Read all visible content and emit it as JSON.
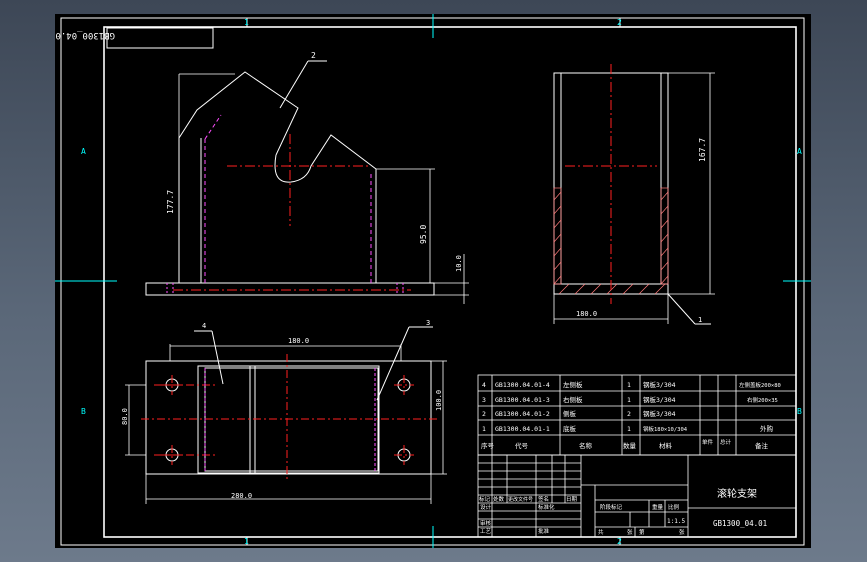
{
  "drawing": {
    "title_number": "GB1300_04.01",
    "border_zones": {
      "top": [
        "1",
        "2"
      ],
      "bottom": [
        "1",
        "2"
      ],
      "left": [
        "A",
        "B"
      ],
      "right": [
        "A",
        "B"
      ]
    },
    "balloons": {
      "front": "2",
      "plan_left": "4",
      "plan_right": "3",
      "side": "1"
    },
    "dimensions": {
      "front_height": "177.7",
      "front_mid": "95.0",
      "front_plate": "10.0",
      "side_height": "167.7",
      "side_width": "180.0",
      "plan_width": "180.0",
      "plan_length": "280.0",
      "plan_depth": "100.0",
      "plan_hole_pitch": "80.0"
    },
    "bom": {
      "rows": [
        {
          "no": "4",
          "code": "GB1300.04.01-4",
          "name": "左侧板",
          "qty": "1",
          "material": "钢板3/304",
          "note": "左侧盖板200×80"
        },
        {
          "no": "3",
          "code": "GB1300.04.01-3",
          "name": "右侧板",
          "qty": "1",
          "material": "钢板3/304",
          "note": "右侧200×35"
        },
        {
          "no": "2",
          "code": "GB1300.04.01-2",
          "name": "侧板",
          "qty": "2",
          "material": "钢板3/304",
          "note": ""
        },
        {
          "no": "1",
          "code": "GB1300.04.01-1",
          "name": "底板",
          "qty": "1",
          "material": "钢板180×10/304",
          "note": "外购"
        }
      ],
      "header": [
        "序号",
        "代号",
        "名称",
        "数量",
        "材料",
        "单件",
        "总计",
        "备注"
      ]
    },
    "title_block": {
      "part_name": "滚轮支架",
      "drawing_no": "GB1300_04.01",
      "scale": "1:1.5",
      "labels": [
        "标记",
        "处数",
        "更改文件号",
        "签名",
        "日期",
        "设计",
        "标准化",
        "审核",
        "工艺",
        "批准",
        "阶段标记",
        "重量",
        "比例",
        "共",
        "张",
        "第",
        "张"
      ]
    }
  }
}
